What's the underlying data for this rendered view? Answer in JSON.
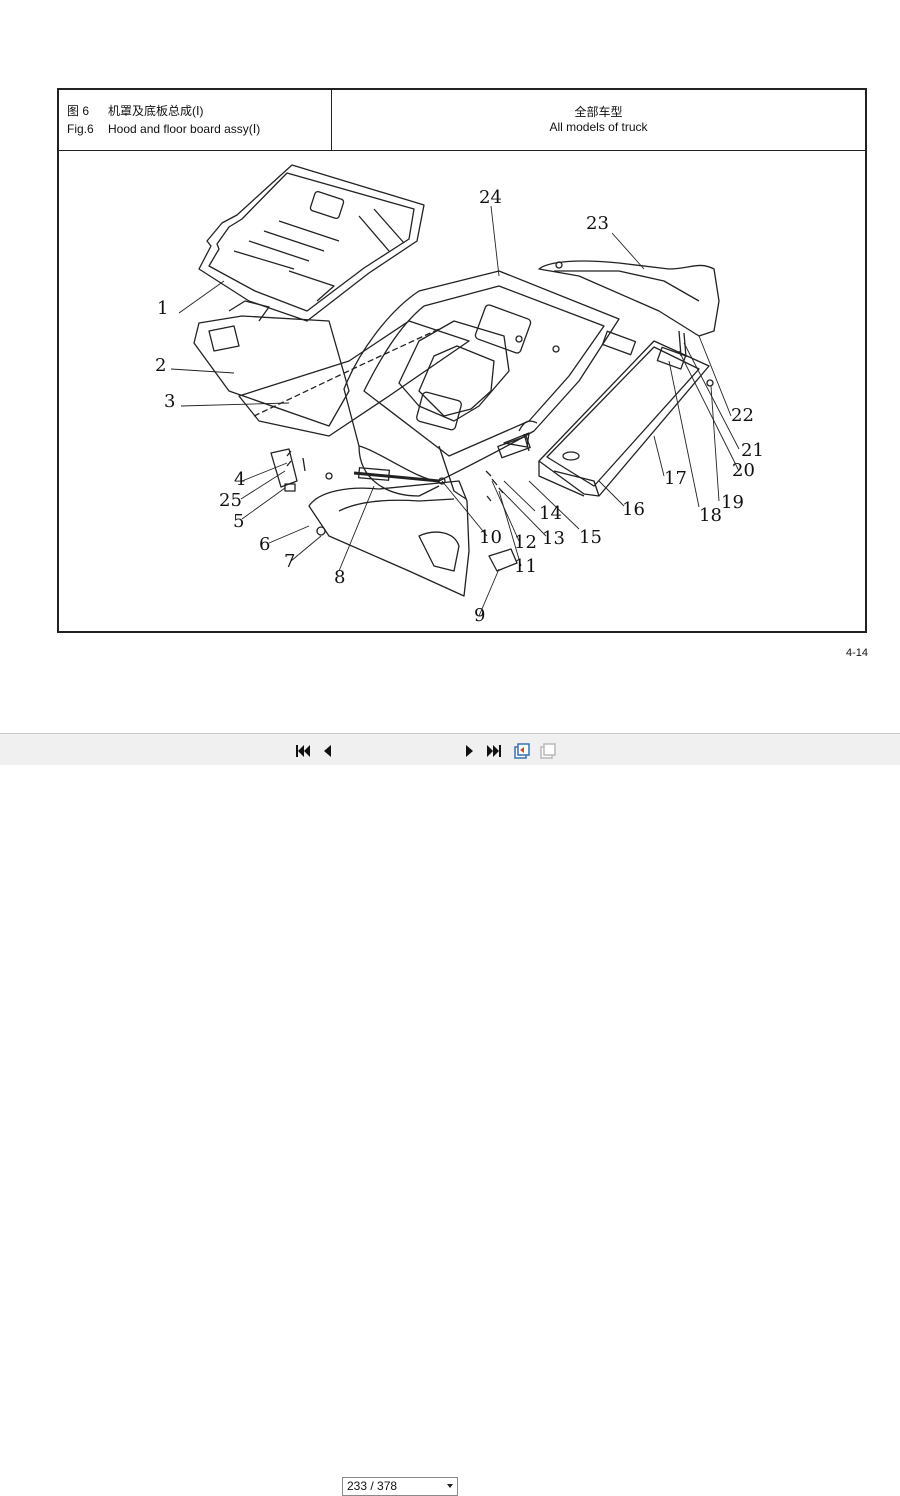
{
  "header": {
    "cn_fig_label": "图 6",
    "cn_title": "机罩及底板总成(Ⅰ)",
    "en_fig_label": "Fig.6",
    "en_title": "Hood and floor board assy(Ⅰ)",
    "model_cn": "全部车型",
    "model_en": "All models of truck"
  },
  "part_labels": [
    "1",
    "2",
    "3",
    "4",
    "5",
    "6",
    "7",
    "8",
    "9",
    "10",
    "11",
    "12",
    "13",
    "14",
    "15",
    "16",
    "17",
    "18",
    "19",
    "20",
    "21",
    "22",
    "23",
    "24",
    "25"
  ],
  "page_footer": "4-14",
  "toolbar": {
    "page_indicator": "233 / 378",
    "icons": [
      "first-page-icon",
      "previous-page-icon",
      "next-page-icon",
      "last-page-icon",
      "single-page-view-icon",
      "continuous-view-icon"
    ]
  }
}
